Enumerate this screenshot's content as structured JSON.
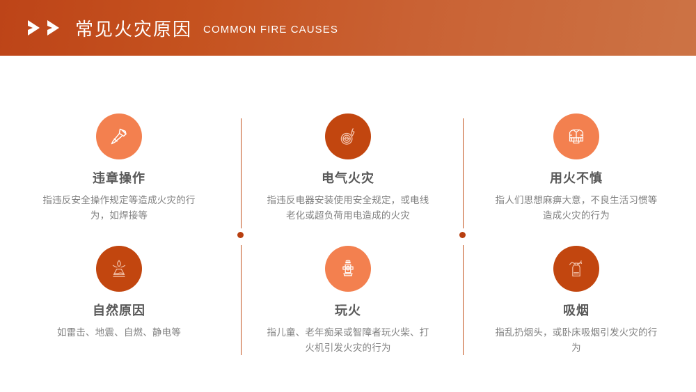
{
  "header": {
    "title_cn": "常见火灾原因",
    "title_en": "COMMON FIRE CAUSES",
    "icon": "double-chevron-right-icon",
    "gradient_from": "#bd4418",
    "gradient_to": "#cc7345"
  },
  "colors": {
    "accent_light": "#f3804f",
    "accent_dark": "#c2460f",
    "divider": "#c4521f",
    "dot": "#b83f10",
    "title_text": "#595959",
    "desc_text": "#808080"
  },
  "causes": [
    {
      "icon": "hammer-icon",
      "circle": "light",
      "title": "违章操作",
      "desc": "指违反安全操作规定等造成火灾的行为，如焊接等"
    },
    {
      "icon": "electric-plug-icon",
      "circle": "dark",
      "title": "电气火灾",
      "desc": "指违反电器安装使用安全规定，或电线老化或超负荷用电造成的火灾"
    },
    {
      "icon": "firefighter-jacket-icon",
      "circle": "light",
      "title": "用火不慎",
      "desc": "指人们思想麻痹大意，不良生活习惯等造成火灾的行为"
    },
    {
      "icon": "volcano-icon",
      "circle": "dark",
      "title": "自然原因",
      "desc": "如雷击、地震、自燃、静电等"
    },
    {
      "icon": "fire-hydrant-icon",
      "circle": "light",
      "title": "玩火",
      "desc": "指儿童、老年痴呆或智障者玩火柴、打火机引发火灾的行为"
    },
    {
      "icon": "fire-extinguisher-icon",
      "circle": "dark",
      "title": "吸烟",
      "desc": "指乱扔烟头，或卧床吸烟引发火灾的行为"
    }
  ]
}
